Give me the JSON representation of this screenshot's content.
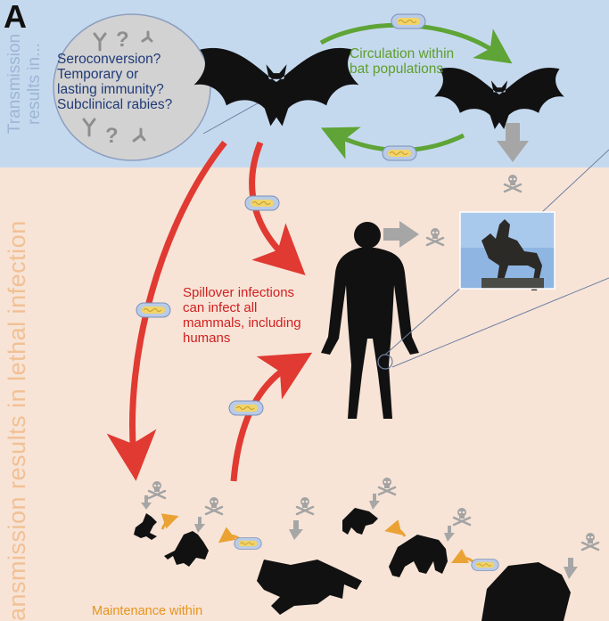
{
  "panel_letter": "A",
  "side_labels": {
    "top": [
      "Transmission",
      "results in..."
    ],
    "bottom": "ansmission results in lethal infection"
  },
  "question_bubble": {
    "lines": [
      "Seroconversion?",
      "Temporary or",
      "lasting immunity?",
      "Subclinical rabies?"
    ]
  },
  "circulation_label": [
    "Circulation within",
    "bat populations"
  ],
  "spillover_label": [
    "Spillover infections",
    "can infect all",
    "mammals, including",
    "humans"
  ],
  "maintenance_label": "Maintenance within",
  "colors": {
    "sky_band": "#c5d9ee",
    "lethal_band": "#f7e4d7",
    "spillover_arrow": "#e03a32",
    "circulation_arrow": "#5ea436",
    "maintenance_arrow": "#eba235",
    "silhouette": "#111111",
    "virus_capsule": "#b9cbe6"
  },
  "icons": [
    "virus-particle-icon",
    "skull-crossbones-icon",
    "antibody-icon",
    "question-mark-icon",
    "bat-silhouette-icon",
    "human-silhouette-icon",
    "statue-photo",
    "animal-silhouette-icon"
  ]
}
